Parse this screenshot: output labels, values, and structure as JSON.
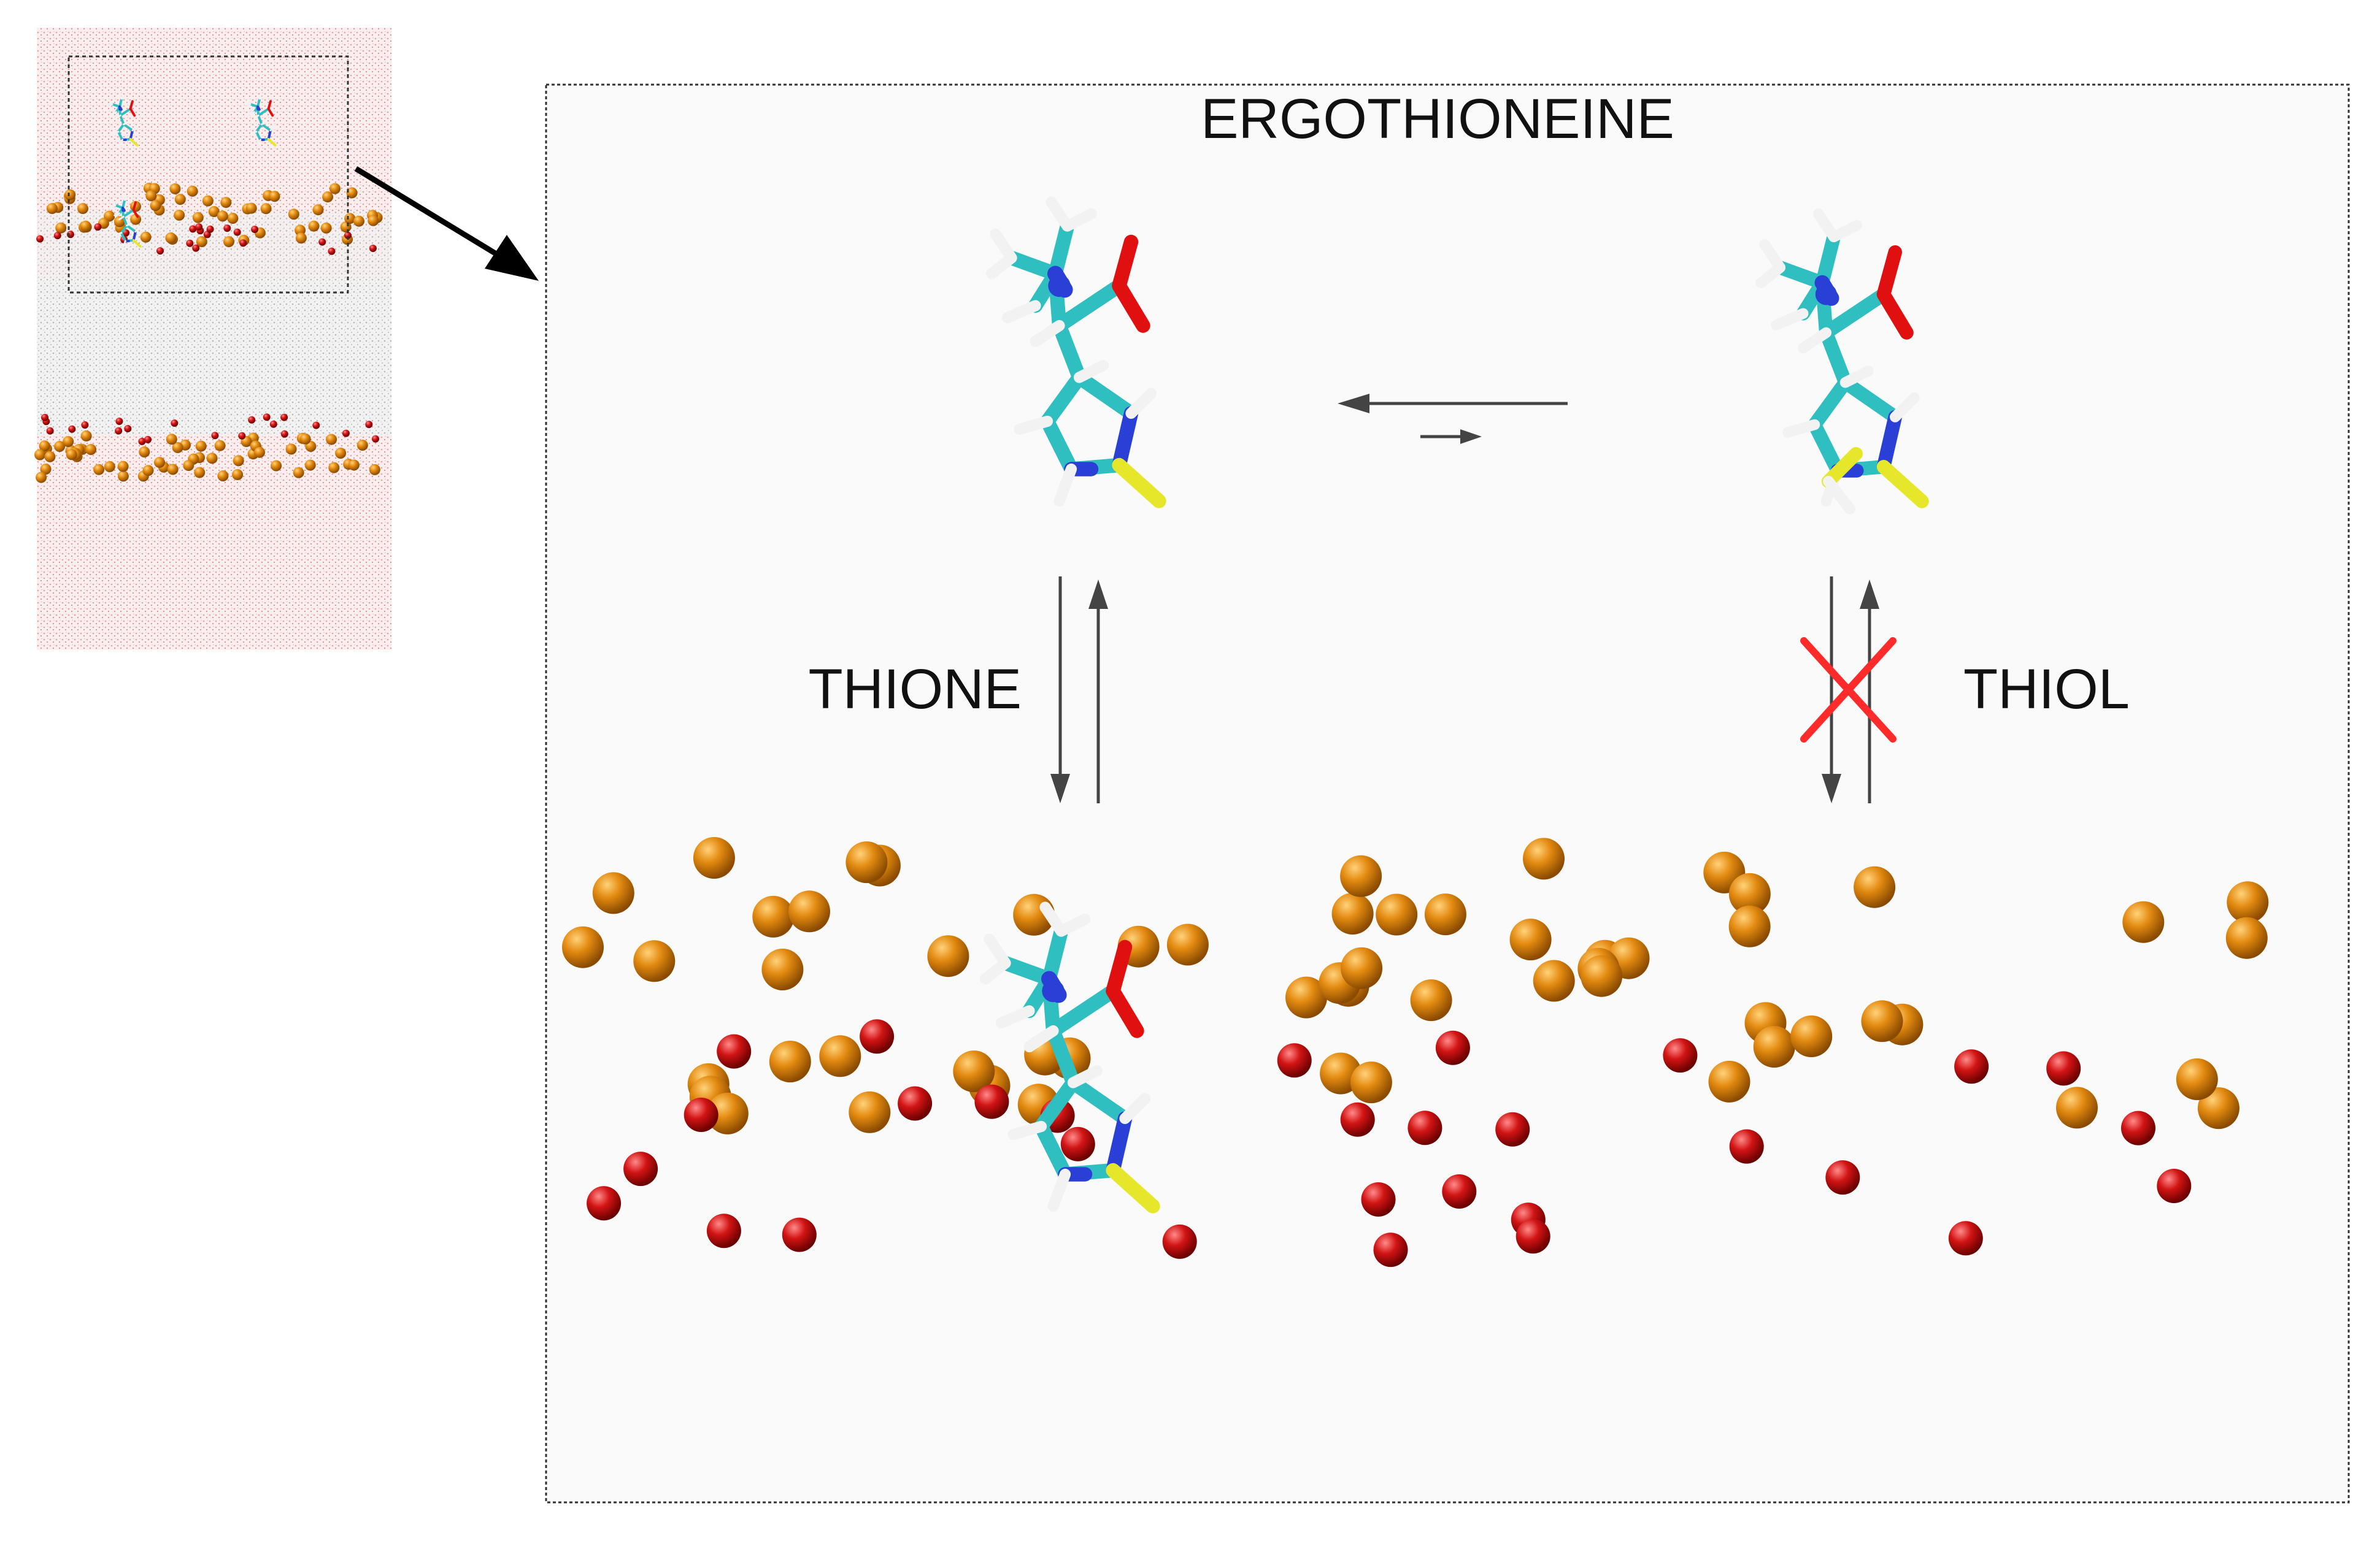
{
  "title": "ERGOTHIONEINE",
  "labels": {
    "thione": "THIONE",
    "thiol": "THIOL"
  },
  "equilibria": {
    "tautomer": "thione favored",
    "thione_membrane_insertion": "reversible",
    "thiol_membrane_insertion": "blocked"
  },
  "icons": {
    "blocked_mark": "red-cross-icon",
    "zoom_arrow": "arrow-icon"
  },
  "colors": {
    "background": "#fafafa",
    "carbon": "#2fbfc0",
    "nitrogen": "#2a3fd6",
    "oxygen": "#e01010",
    "sulfur": "#e6e62a",
    "hydrogen": "#f2f2f2",
    "phosphate": "#e38a10",
    "ester_oxygen": "#d21414",
    "water": "#f3c7c7",
    "lipid_tail": "#cfcfcf",
    "cross": "#ff2a2a",
    "arrow": "#444444"
  }
}
